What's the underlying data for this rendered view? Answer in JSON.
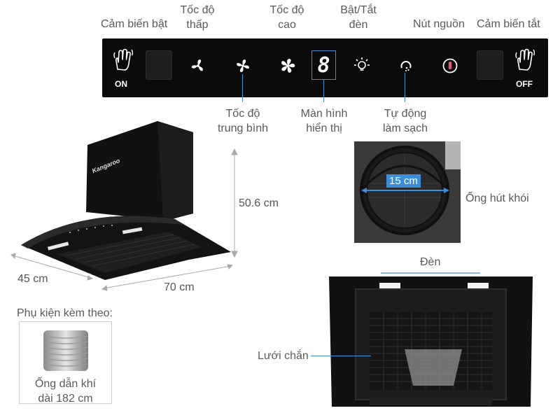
{
  "labels": {
    "sensor_on": "Cảm biến bật",
    "speed_low": "Tốc độ\nthấp",
    "speed_high": "Tốc độ\ncao",
    "light": "Bật/Tắt\nđèn",
    "power": "Nút nguồn",
    "sensor_off": "Cảm biến tắt",
    "speed_medium": "Tốc độ\ntrung bình",
    "display": "Màn hình\nhiển thị",
    "auto_clean": "Tự động\nlàm sạch"
  },
  "panel": {
    "on_text": "ON",
    "off_text": "OFF",
    "display_digit": "8"
  },
  "hood": {
    "brand": "Kangaroo",
    "height": "50.6 cm",
    "depth": "45 cm",
    "width": "70 cm"
  },
  "exhaust": {
    "diameter": "15 cm",
    "caption": "Ống hút khói"
  },
  "accessory": {
    "heading": "Phụ kiện kèm theo:",
    "caption": "Ống dẫn khí\ndài 182 cm"
  },
  "bottom_view": {
    "lights_label": "Đèn",
    "filter_label": "Lưới chắn"
  },
  "colors": {
    "panel_bg": "#0b0b0b",
    "leader_line": "#3c8ed8",
    "power_icon": "#e05a7a"
  }
}
